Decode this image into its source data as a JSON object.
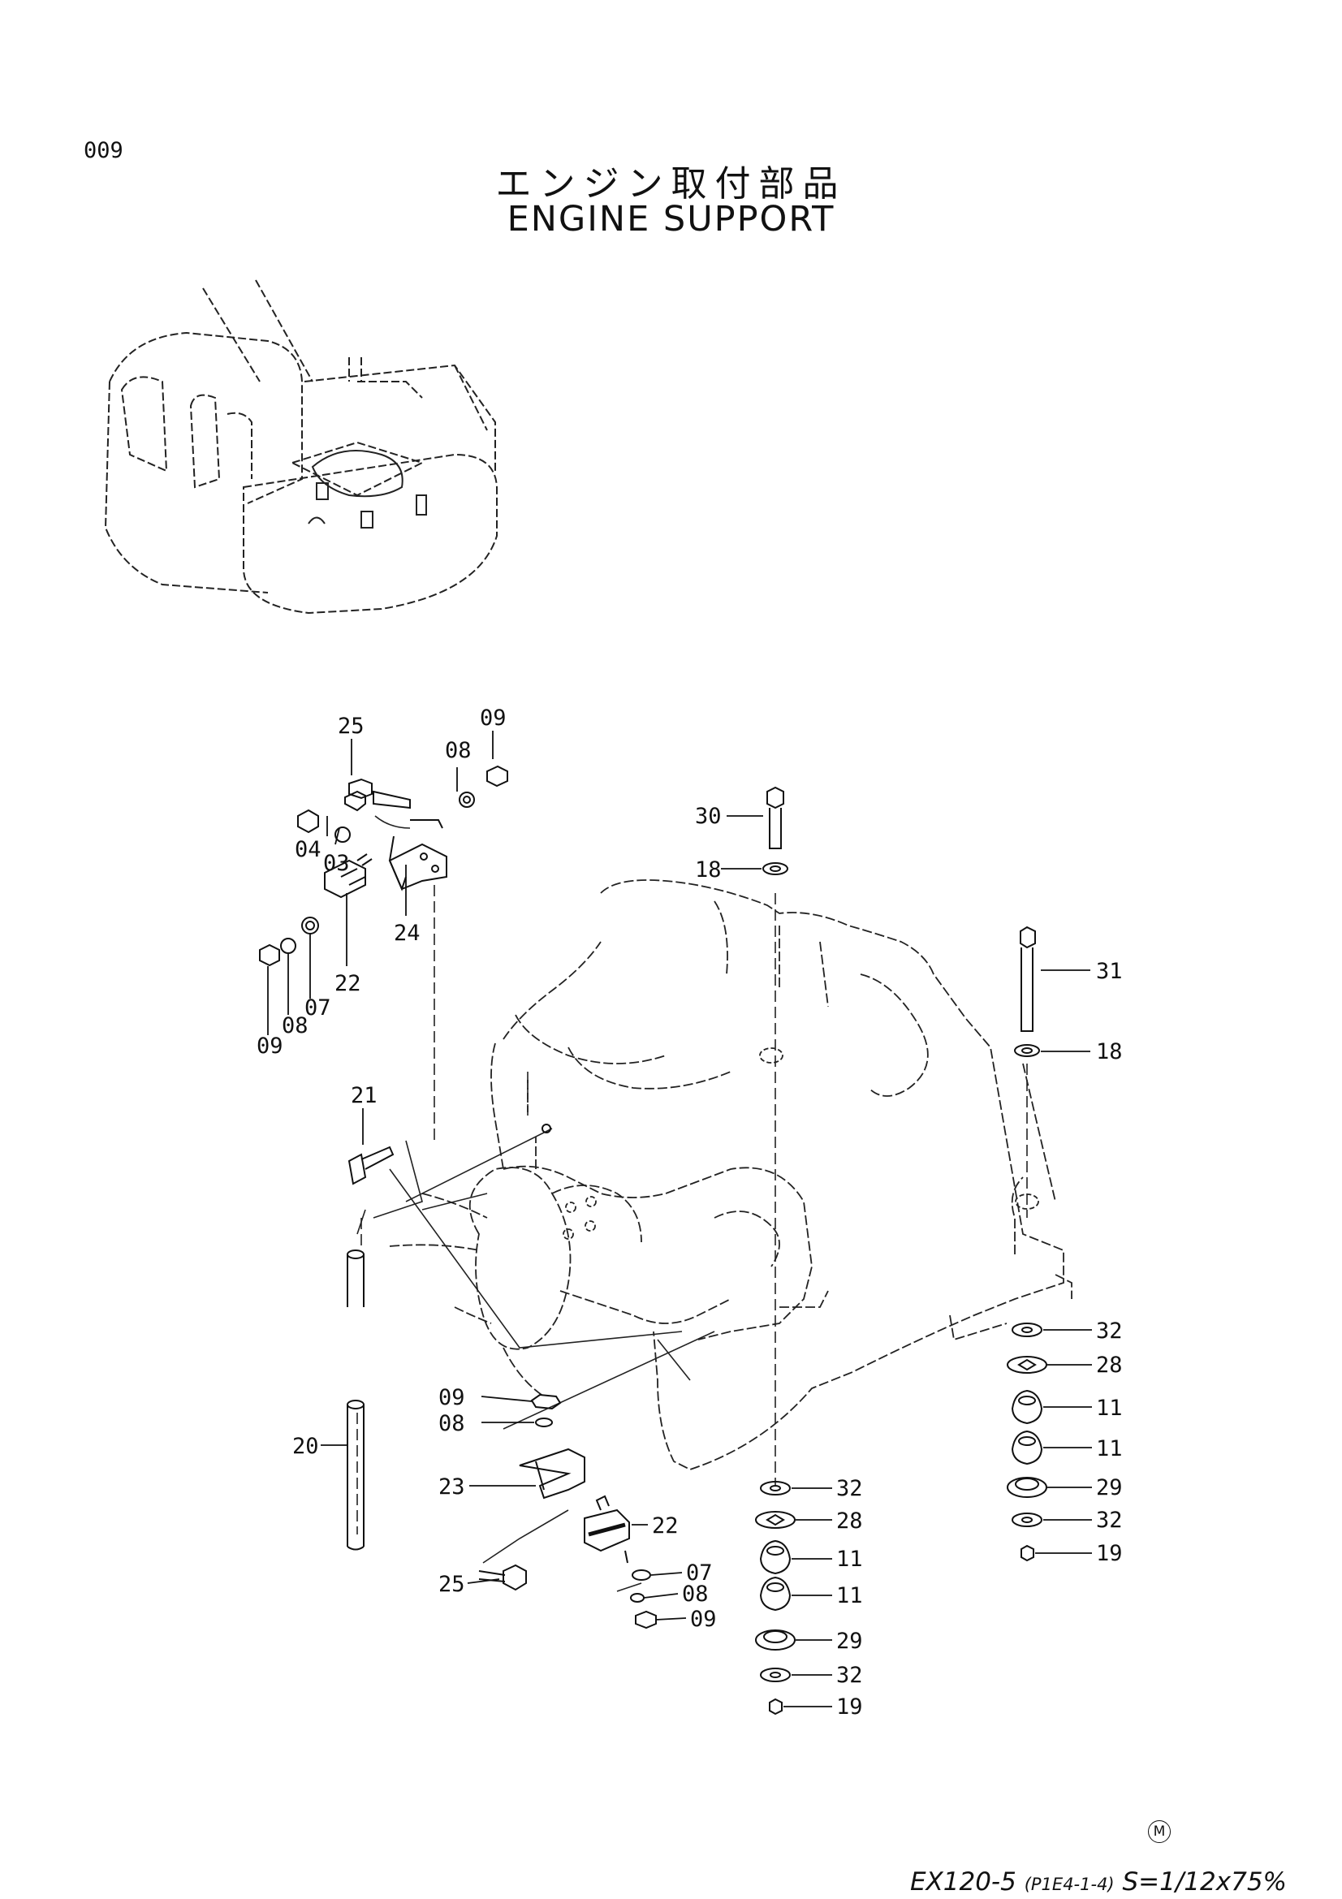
{
  "page_number": "009",
  "title_jp": "エンジン取付部品",
  "title_en": "ENGINE  SUPPORT",
  "callouts": [
    {
      "id": "c25a",
      "label": "25"
    },
    {
      "id": "c08a",
      "label": "08"
    },
    {
      "id": "c09a",
      "label": "09"
    },
    {
      "id": "c04",
      "label": "04"
    },
    {
      "id": "c03",
      "label": "03"
    },
    {
      "id": "c24",
      "label": "24"
    },
    {
      "id": "c22a",
      "label": "22"
    },
    {
      "id": "c07a",
      "label": "07"
    },
    {
      "id": "c08b",
      "label": "08"
    },
    {
      "id": "c09b",
      "label": "09"
    },
    {
      "id": "c21",
      "label": "21"
    },
    {
      "id": "c20",
      "label": "20"
    },
    {
      "id": "c30",
      "label": "30"
    },
    {
      "id": "c18a",
      "label": "18"
    },
    {
      "id": "c31",
      "label": "31"
    },
    {
      "id": "c18b",
      "label": "18"
    },
    {
      "id": "c09c",
      "label": "09"
    },
    {
      "id": "c08c",
      "label": "08"
    },
    {
      "id": "c23",
      "label": "23"
    },
    {
      "id": "c22b",
      "label": "22"
    },
    {
      "id": "c25b",
      "label": "25"
    },
    {
      "id": "c07b",
      "label": "07"
    },
    {
      "id": "c08d",
      "label": "08"
    },
    {
      "id": "c09d",
      "label": "09"
    },
    {
      "id": "c32a",
      "label": "32"
    },
    {
      "id": "c28a",
      "label": "28"
    },
    {
      "id": "c11a",
      "label": "11"
    },
    {
      "id": "c11b",
      "label": "11"
    },
    {
      "id": "c29a",
      "label": "29"
    },
    {
      "id": "c32b",
      "label": "32"
    },
    {
      "id": "c19a",
      "label": "19"
    },
    {
      "id": "c32c",
      "label": "32"
    },
    {
      "id": "c28b",
      "label": "28"
    },
    {
      "id": "c11c",
      "label": "11"
    },
    {
      "id": "c11d",
      "label": "11"
    },
    {
      "id": "c29b",
      "label": "29"
    },
    {
      "id": "c32d",
      "label": "32"
    },
    {
      "id": "c19b",
      "label": "19"
    }
  ],
  "footer": {
    "model": "EX120-5 ",
    "ref": "(P1E4-1-4)",
    "scale": " S=1/12x75%",
    "mark": "M"
  }
}
